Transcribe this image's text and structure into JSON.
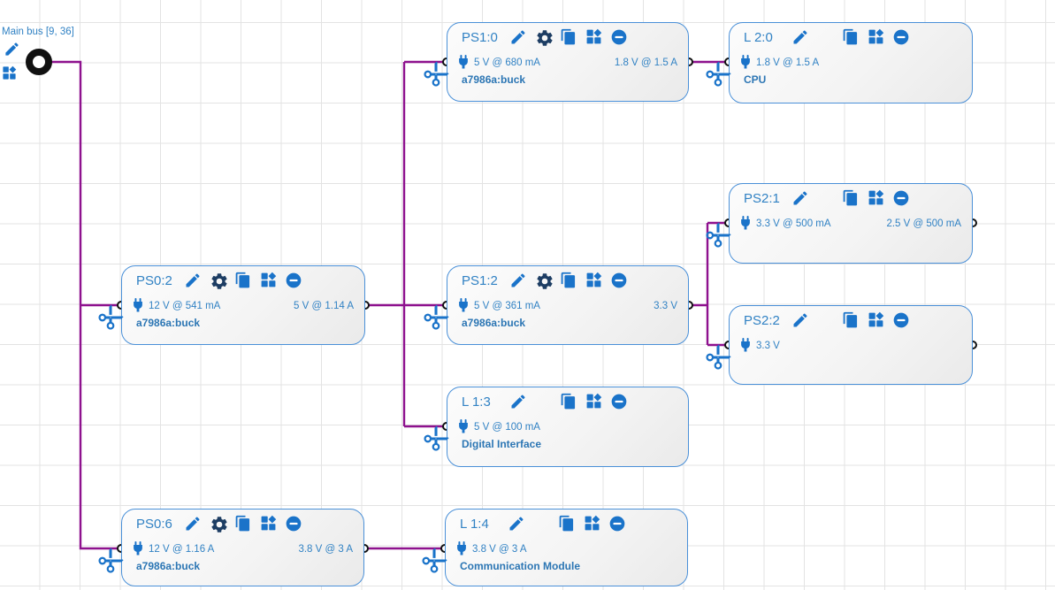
{
  "colors": {
    "wire": "#8e118e",
    "node_border": "#4a90d8",
    "accent_blue": "#1a73c9",
    "gear_navy": "#1d3d63",
    "text_blue": "#3182c4"
  },
  "main_bus": {
    "label": "Main bus [9, 36]",
    "icons": [
      "edit",
      "components"
    ]
  },
  "nodes": [
    {
      "id": "ps1-0",
      "title": "PS1:0",
      "icons": [
        "edit",
        "settings",
        "copy",
        "components",
        "remove"
      ],
      "input": "5 V @ 680 mA",
      "output": "1.8 V @ 1.5 A",
      "part": "a7986a:buck"
    },
    {
      "id": "l2-0",
      "title": "L 2:0",
      "icons": [
        "edit",
        "copy",
        "components",
        "remove"
      ],
      "input": "1.8 V @ 1.5 A",
      "output": "",
      "part": "CPU"
    },
    {
      "id": "ps2-1",
      "title": "PS2:1",
      "icons": [
        "edit",
        "copy",
        "components",
        "remove"
      ],
      "input": "3.3 V @ 500 mA",
      "output": "2.5 V @ 500 mA",
      "part": ""
    },
    {
      "id": "ps0-2",
      "title": "PS0:2",
      "icons": [
        "edit",
        "settings",
        "copy",
        "components",
        "remove"
      ],
      "input": "12 V @ 541 mA",
      "output": "5 V @ 1.14 A",
      "part": "a7986a:buck"
    },
    {
      "id": "ps1-2",
      "title": "PS1:2",
      "icons": [
        "edit",
        "settings",
        "copy",
        "components",
        "remove"
      ],
      "input": "5 V @ 361 mA",
      "output": "3.3 V",
      "part": "a7986a:buck"
    },
    {
      "id": "ps2-2",
      "title": "PS2:2",
      "icons": [
        "edit",
        "copy",
        "components",
        "remove"
      ],
      "input": "3.3 V",
      "output": "",
      "part": ""
    },
    {
      "id": "l1-3",
      "title": "L 1:3",
      "icons": [
        "edit",
        "copy",
        "components",
        "remove"
      ],
      "input": "5 V @ 100 mA",
      "output": "",
      "part": "Digital Interface"
    },
    {
      "id": "ps0-6",
      "title": "PS0:6",
      "icons": [
        "edit",
        "settings",
        "copy",
        "components",
        "remove"
      ],
      "input": "12 V @ 1.16 A",
      "output": "3.8 V @ 3 A",
      "part": "a7986a:buck"
    },
    {
      "id": "l1-4",
      "title": "L 1:4",
      "icons": [
        "edit",
        "copy",
        "components",
        "remove"
      ],
      "input": "3.8 V @ 3 A",
      "output": "",
      "part": "Communication Module"
    }
  ]
}
